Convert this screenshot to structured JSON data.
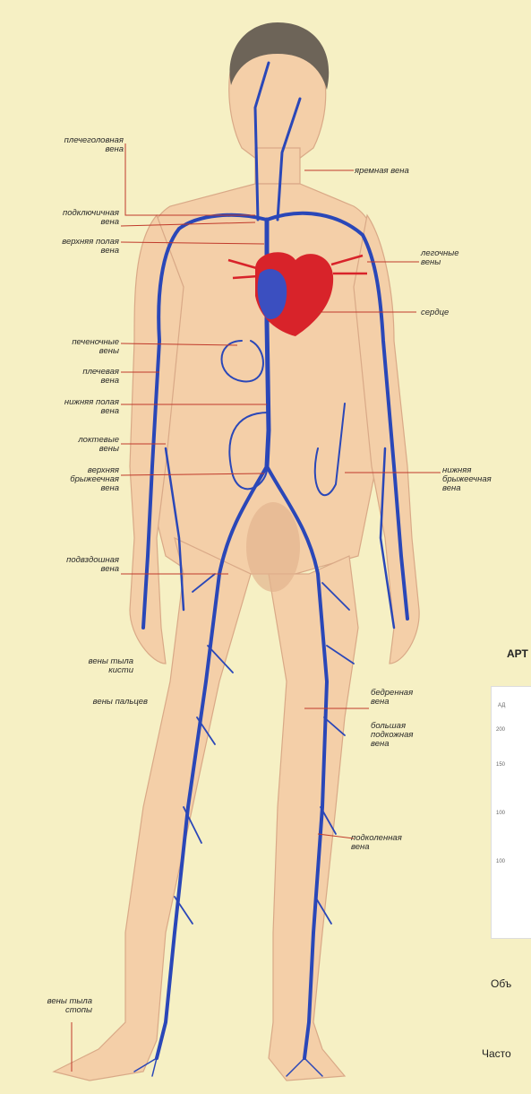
{
  "labels": {
    "brachiocephalic": "плечеголовная\nвена",
    "jugular": "яремная вена",
    "subclavian": "подключичная\nвена",
    "superior_vena_cava": "верхняя полая\nвена",
    "pulmonary": "легочные\nвены",
    "heart": "сердце",
    "hepatic": "печеночные\nвены",
    "brachial": "плечевая\nвена",
    "inferior_vena_cava": "нижняя полая\nвена",
    "ulnar": "локтевые\nвены",
    "superior_mesenteric": "верхняя\nбрыжеечная\nвена",
    "inferior_mesenteric": "нижняя\nбрыжеечная\nвена",
    "iliac": "подвздошная\nвена",
    "dorsal_hand": "вены тыла\nкисти",
    "finger": "вены пальцев",
    "femoral": "бедренная\nвена",
    "great_saphenous": "большая\nподкожная\nвена",
    "popliteal": "подколенная\nвена",
    "dorsal_foot": "вены тыла\nстопы"
  },
  "side_panel": {
    "title_fragment": "АРТ",
    "axis_fragment": "АД",
    "ticks": [
      "200",
      "150",
      "100",
      "100"
    ],
    "footer1": "Объ",
    "footer2": "Часто"
  },
  "colors": {
    "background": "#f6f0c4",
    "skin": "#f4cfa8",
    "vein": "#2a47b8",
    "artery": "#d8232a",
    "hair": "#6d6458"
  }
}
